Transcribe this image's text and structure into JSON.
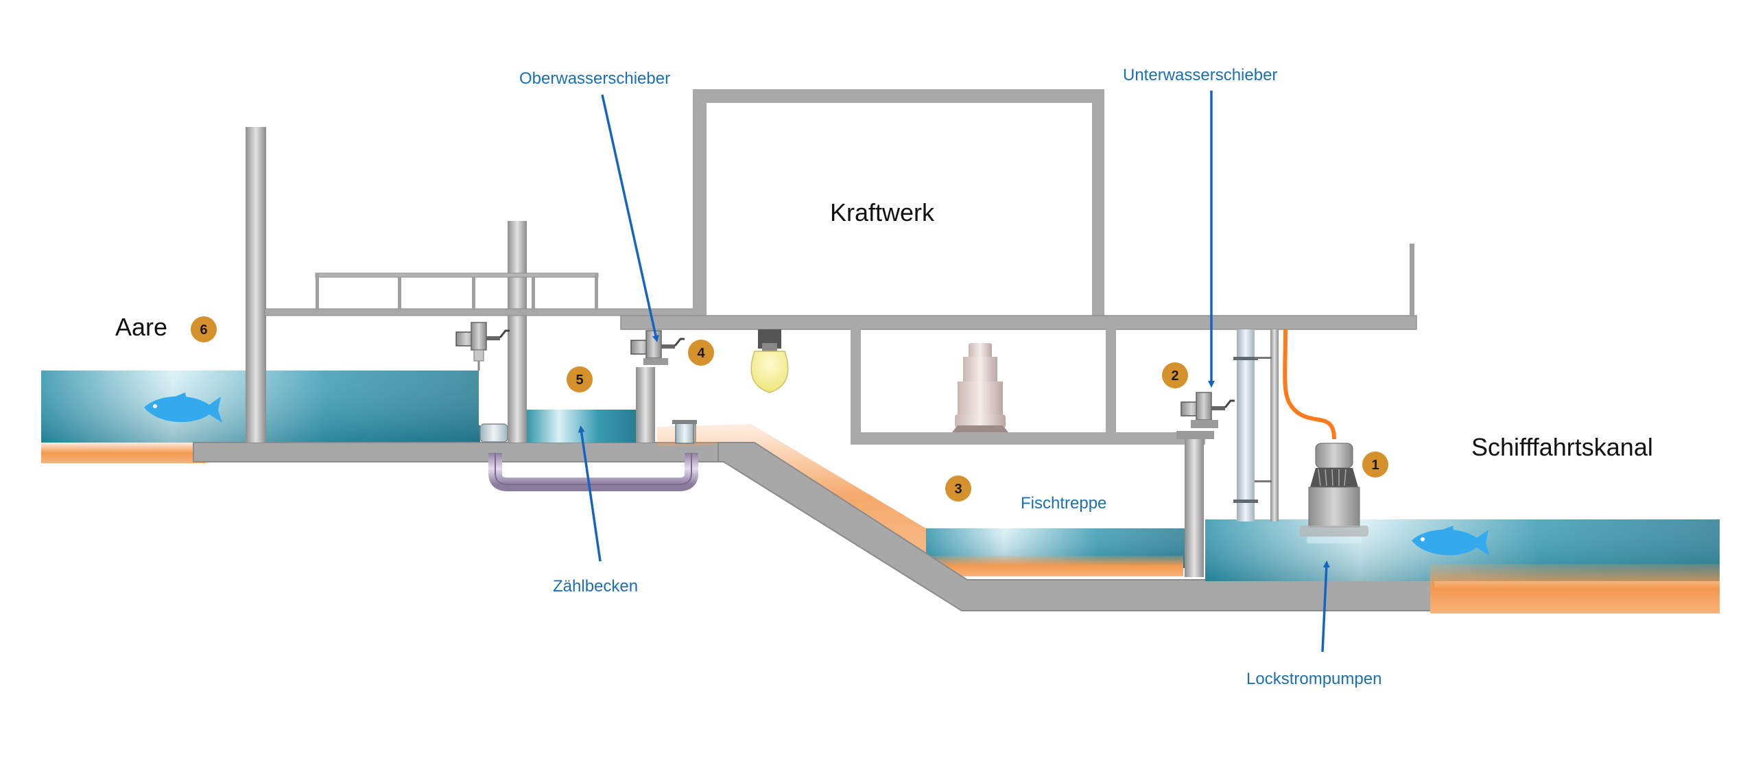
{
  "labels": {
    "aare": "Aare",
    "kraftwerk": "Kraftwerk",
    "schifffahrtskanal": "Schifffahrtskanal",
    "fischtreppe": "Fischtreppe",
    "oberwasserschieber": "Oberwasserschieber",
    "unterwasserschieber": "Unterwasserschieber",
    "zaehlbecken": "Zählbecken",
    "lockstrompumpen": "Lockstrompumpen"
  },
  "markers": [
    "1",
    "2",
    "3",
    "4",
    "5",
    "6"
  ],
  "colors": {
    "label_blue": "#1a6fb5",
    "badge": "#d4912c",
    "arrow": "#1565c0",
    "water": "#2a8fa8",
    "water_light": "#d8f0f5",
    "structure": "#a9a9a9",
    "sediment": "#f0a060",
    "fish": "#33aaee",
    "hose": "#ff7a1a",
    "lamp": "#f6f29a"
  }
}
